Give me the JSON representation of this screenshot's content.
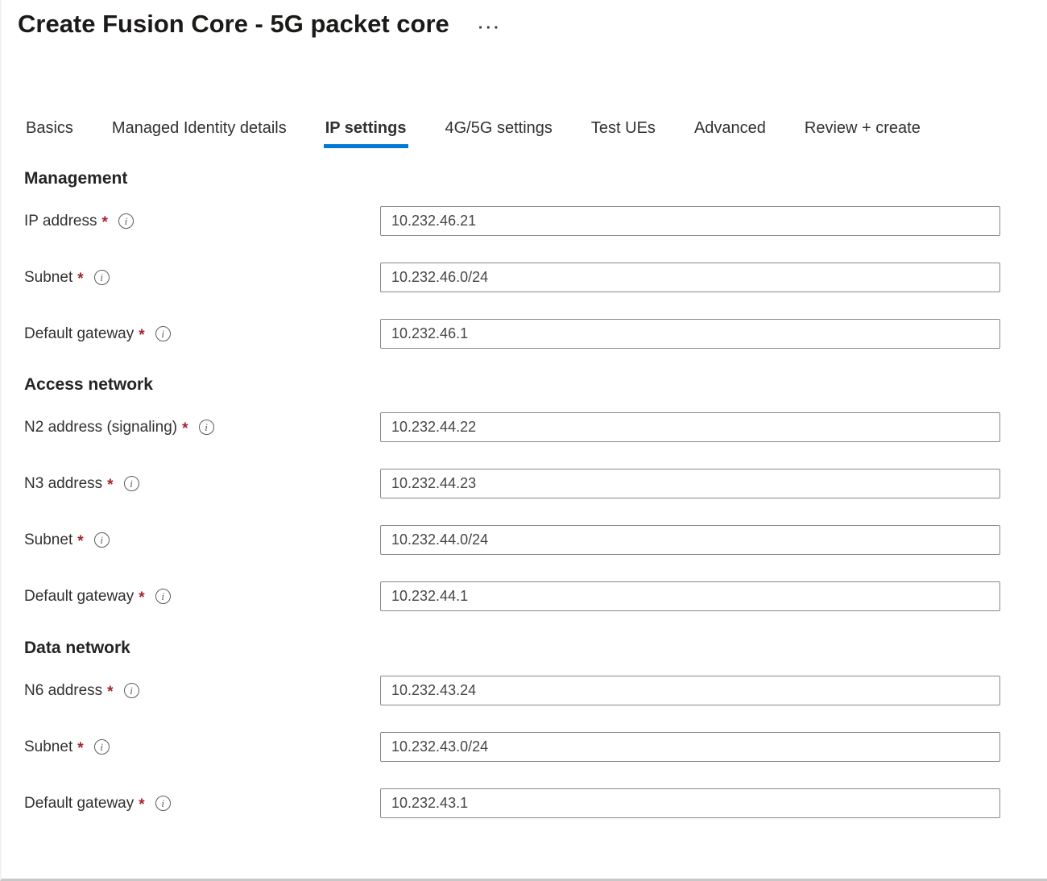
{
  "header": {
    "title": "Create Fusion Core - 5G packet core",
    "more_icon": "···"
  },
  "tabs": [
    {
      "label": "Basics",
      "active": false
    },
    {
      "label": "Managed Identity details",
      "active": false
    },
    {
      "label": "IP settings",
      "active": true
    },
    {
      "label": "4G/5G settings",
      "active": false
    },
    {
      "label": "Test UEs",
      "active": false
    },
    {
      "label": "Advanced",
      "active": false
    },
    {
      "label": "Review + create",
      "active": false
    }
  ],
  "icons": {
    "required_marker": "*",
    "info_glyph": "i"
  },
  "sections": [
    {
      "heading": "Management",
      "fields": [
        {
          "label": "IP address",
          "required": true,
          "value": "10.232.46.21"
        },
        {
          "label": "Subnet",
          "required": true,
          "value": "10.232.46.0/24"
        },
        {
          "label": "Default gateway",
          "required": true,
          "value": "10.232.46.1"
        }
      ]
    },
    {
      "heading": "Access network",
      "fields": [
        {
          "label": "N2 address (signaling)",
          "required": true,
          "value": "10.232.44.22"
        },
        {
          "label": "N3 address",
          "required": true,
          "value": "10.232.44.23"
        },
        {
          "label": "Subnet",
          "required": true,
          "value": "10.232.44.0/24"
        },
        {
          "label": "Default gateway",
          "required": true,
          "value": "10.232.44.1"
        }
      ]
    },
    {
      "heading": "Data network",
      "fields": [
        {
          "label": "N6 address",
          "required": true,
          "value": "10.232.43.24"
        },
        {
          "label": "Subnet",
          "required": true,
          "value": "10.232.43.0/24"
        },
        {
          "label": "Default gateway",
          "required": true,
          "value": "10.232.43.1"
        }
      ]
    }
  ],
  "colors": {
    "accent": "#0078d4",
    "required_asterisk": "#a4262c",
    "text_primary": "#323130",
    "input_border": "#8a8886"
  }
}
